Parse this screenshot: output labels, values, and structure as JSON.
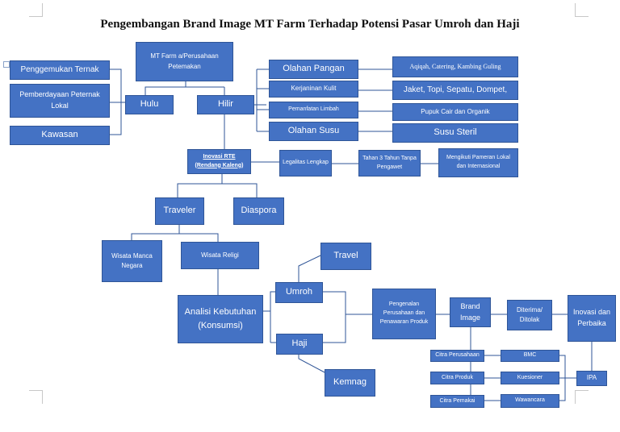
{
  "title": "Pengembangan Brand Image MT Farm Terhadap Potensi Pasar Umroh dan Haji",
  "nodes": {
    "mt_farm": "MT Farm a/Perusahaan Petemakan",
    "penggemukan": "Penggemukan Ternak",
    "pemberdayaan": "Pemberdayaan Peternak Lokal",
    "kawasan": "Kawasan",
    "hulu": "Hulu",
    "hilir": "Hilir",
    "olahan_pangan": "Olahan Pangan",
    "kerajinan_kulit": "Kerjaninan Kulit",
    "pemanfaatan_limbah": "Pemanfatan Limbah",
    "olahan_susu": "Olahan Susu",
    "aqiqah": "Aqiqah, Catering, Kambing Guling",
    "jaket": "Jaket, Topi, Sepatu, Dompet,",
    "pupuk": "Pupuk Cair dan Organik",
    "susu_steril": "Susu Steril",
    "inovasi_rte_line1": "Inovasi RTE",
    "inovasi_rte_line2": "(Rendang Kaleng)",
    "legalitas": "Legalitas Lengkap",
    "tahan": "Tahan 3 Tahun Tanpa Pengawet",
    "mengikuti": "Mengikuti Pameran Lokal dan Internasional",
    "traveler": "Traveler",
    "diaspora": "Diaspora",
    "wisata_manca": "Wisata Manca Negara",
    "wisata_religi": "Wisata Religi",
    "analisi": "Analisi Kebutuhan (Konsumsi)",
    "umroh": "Umroh",
    "haji": "Haji",
    "travel": "Travel",
    "kemnag": "Kemnag",
    "pengenalan": "Pengenalan Perusahaan dan Penawaran Produk",
    "brand_image": "Brand Image",
    "diterima": "Diterima/ Ditolak",
    "inovasi_perbaikan": "Inovasi dan Perbaika",
    "citra_perusahaan": "Citra Perusahaan",
    "citra_produk": "Citra Produk",
    "citra_pemakai": "Citra Pemakai",
    "bmc": "BMC",
    "kuesioner": "Kuesioner",
    "wawancara": "Wawancara",
    "ipa": "IPA"
  },
  "colors": {
    "box": "#4472c4",
    "box_border": "#2f5597",
    "text": "#ffffff"
  }
}
